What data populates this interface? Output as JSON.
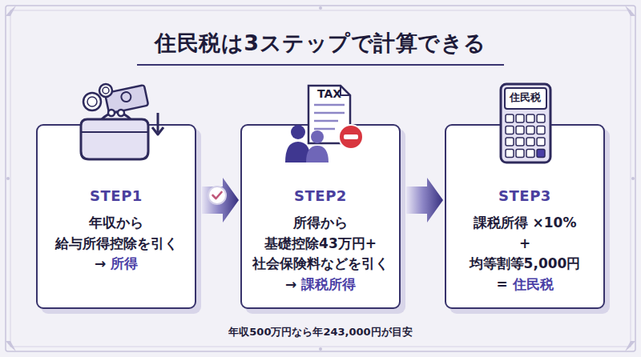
{
  "diagram": {
    "title": "住民税は3ステップで計算できる",
    "caption": "年収500万円なら年243,000円が目安",
    "nodes": [
      {
        "text": [
          "STEP1",
          "年収から 給与所得控除を引く",
          "→ 所得"
        ]
      },
      {
        "text": [
          "STEP2",
          "所得から 基礎控除43万円+ 社会保険料などを引く",
          "→ 課税所得"
        ]
      },
      {
        "text": [
          "STEP3",
          "課税所得 ×10%",
          "+",
          "均等割等5,000円",
          "= 住民税"
        ]
      }
    ],
    "edges": [
      {
        "from": 0,
        "to": 1,
        "arrow": "to"
      },
      {
        "from": 1,
        "to": 2,
        "arrow": "to"
      }
    ],
    "labels": [
      "TAX",
      "住民税"
    ]
  }
}
